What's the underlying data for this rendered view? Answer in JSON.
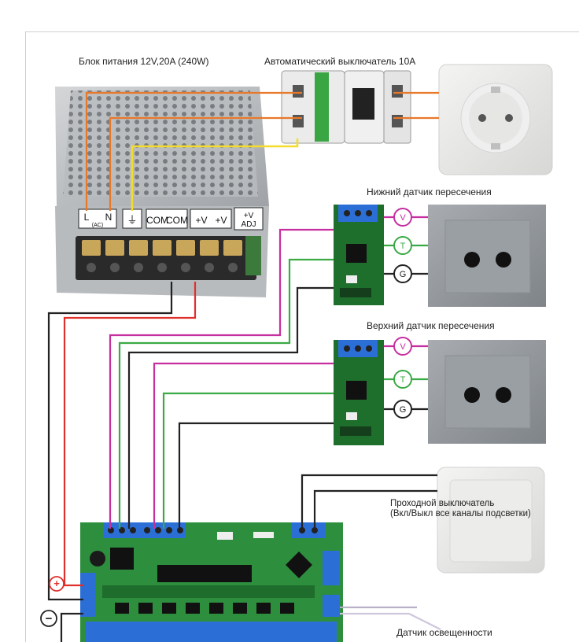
{
  "labels": {
    "psu_title": "Блок питания 12V,20A (240W)",
    "breaker_title": "Автоматический выключатель 10А",
    "sensor_bottom_title": "Нижний датчик пересечения",
    "sensor_top_title": "Верхний датчик пересечения",
    "switch_title_line1": "Проходной выключатель",
    "switch_title_line2": "(Вкл/Выкл все каналы подсветки)",
    "light_sensor_title": "Датчик освещенности"
  },
  "psu_terminals": {
    "l": "L",
    "n": "N",
    "ac": "(AC)",
    "ground": "⏚",
    "com1": "COM",
    "com2": "COM",
    "v1": "+V",
    "v2": "+V",
    "vadj_top": "+V",
    "vadj_bottom": "ADJ"
  },
  "sensor_pins": {
    "v": "V",
    "t": "T",
    "g": "G"
  },
  "polarity": {
    "plus": "+",
    "minus": "−"
  },
  "colors": {
    "orange": "#e8782a",
    "yellow": "#f3dc2c",
    "red": "#e0302c",
    "black": "#222222",
    "green": "#3aaa45",
    "magenta": "#c62fa0",
    "pcb": "#2d8f3d",
    "terminal_blue": "#2b6fd6"
  }
}
